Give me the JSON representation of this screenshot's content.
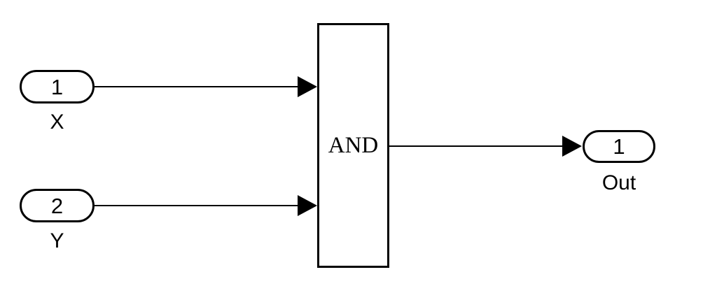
{
  "diagram": {
    "title": "Logic AND block diagram",
    "background_color": "#ffffff",
    "line_color": "#000000"
  },
  "inputs": [
    {
      "port_number": "1",
      "caption": "X",
      "icon": "inport-capsule"
    },
    {
      "port_number": "2",
      "caption": "Y",
      "icon": "inport-capsule"
    }
  ],
  "block": {
    "label": "AND",
    "icon": "logical-operator-block"
  },
  "outputs": [
    {
      "port_number": "1",
      "caption": "Out",
      "icon": "outport-capsule"
    }
  ],
  "signals": [
    {
      "name": "x-to-and",
      "icon": "arrow-right-icon"
    },
    {
      "name": "y-to-and",
      "icon": "arrow-right-icon"
    },
    {
      "name": "and-to-out",
      "icon": "arrow-right-icon"
    }
  ]
}
